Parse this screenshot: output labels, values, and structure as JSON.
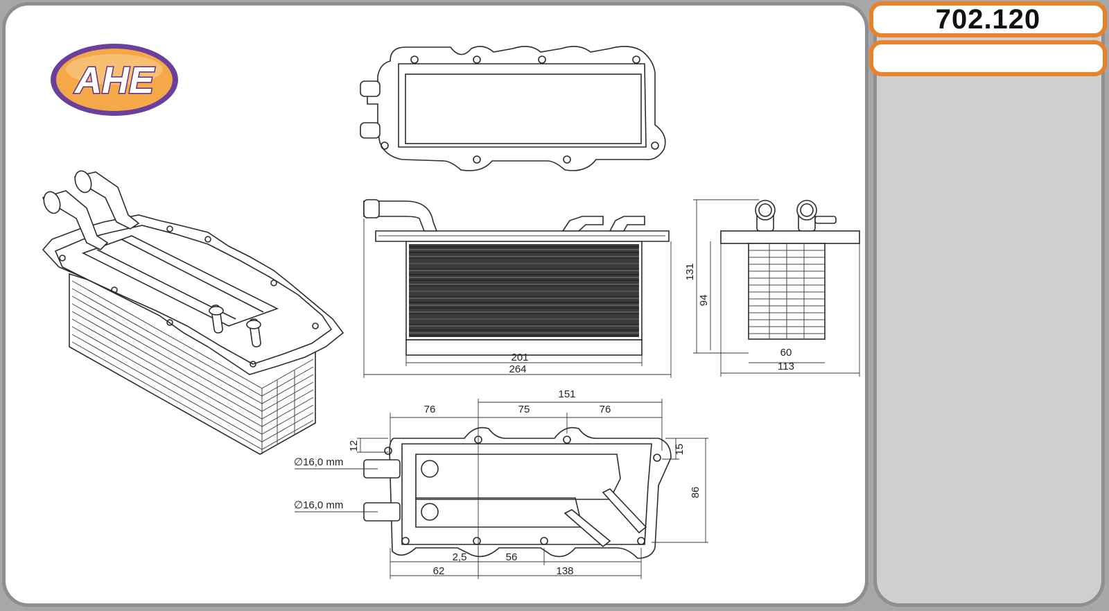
{
  "part_code": "702.120",
  "brand": {
    "name": "AHE",
    "colors": {
      "oval": "#6a3f9e",
      "fill": "#f0a040"
    }
  },
  "accent_color": "#e8822a",
  "dimensions": {
    "d201": "201",
    "d264": "264",
    "d131": "131",
    "d94": "94",
    "d60": "60",
    "d113": "113",
    "d151": "151",
    "d76a": "76",
    "d75": "75",
    "d76b": "76",
    "d12": "12",
    "d15": "15",
    "d86": "86",
    "d25": "2,5",
    "d56": "56",
    "d62": "62",
    "d138": "138",
    "pipe1": "∅16,0 mm",
    "pipe2": "∅16,0 mm"
  }
}
